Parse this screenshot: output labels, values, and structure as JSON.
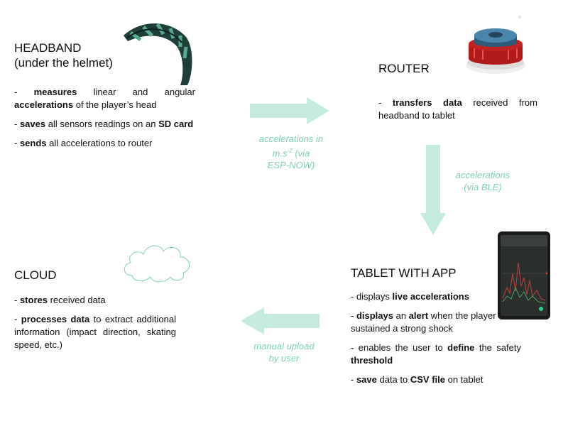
{
  "headband": {
    "title_line1": "HEADBAND",
    "title_line2": "(under the helmet)",
    "items": [
      {
        "pre": "- ",
        "b1": "measures",
        "t1": " linear and angular ",
        "b2": "accelerations",
        "t2": " of the player’s head"
      },
      {
        "pre": "- ",
        "b1": "saves",
        "t1": " all sensors readings on an ",
        "b2": "SD card",
        "t2": ""
      },
      {
        "pre": "- ",
        "b1": "sends",
        "t1": " all accelerations to router",
        "b2": "",
        "t2": ""
      }
    ]
  },
  "router": {
    "title": "ROUTER",
    "items": [
      {
        "pre": "- ",
        "b1": "transfers data",
        "t1": " received from headband to tablet"
      }
    ]
  },
  "tablet": {
    "title": "TABLET WITH APP",
    "items": [
      {
        "pre": "- displays ",
        "b1": "live accelerations",
        "t1": "",
        "b2": "",
        "t2": ""
      },
      {
        "pre": "- ",
        "b1": "displays",
        "t1": " an ",
        "b2": "alert",
        "t2": " when the player sustained a strong shock"
      },
      {
        "pre": "- enables the user to ",
        "b1": "define",
        "t1": " the safety ",
        "b2": "threshold",
        "t2": ""
      },
      {
        "pre": "- ",
        "b1": "save",
        "t1": " data to ",
        "b2": "CSV file",
        "t2": " on tablet"
      }
    ]
  },
  "cloud": {
    "title": "CLOUD",
    "items": [
      {
        "pre": "- ",
        "b1": "stores",
        "t1": " received data",
        "b2": "",
        "t2": ""
      },
      {
        "pre": "- ",
        "b1": "processes data",
        "t1": " to extract additional information (impact direction, skating speed, etc.)",
        "b2": "",
        "t2": ""
      }
    ]
  },
  "arrows": {
    "headband_to_router": {
      "line1": "accelerations in",
      "line2_pre": "m.s",
      "line2_sup": "-2",
      "line2_post": " (via",
      "line3": "ESP-NOW)"
    },
    "router_to_tablet": {
      "line1": "accelerations",
      "line2": "(via BLE)"
    },
    "tablet_to_cloud": {
      "line1": "manual upload",
      "line2": "by user"
    }
  },
  "colors": {
    "arrow": "#c5ebdc",
    "arrow_label": "#7fcfb2"
  }
}
